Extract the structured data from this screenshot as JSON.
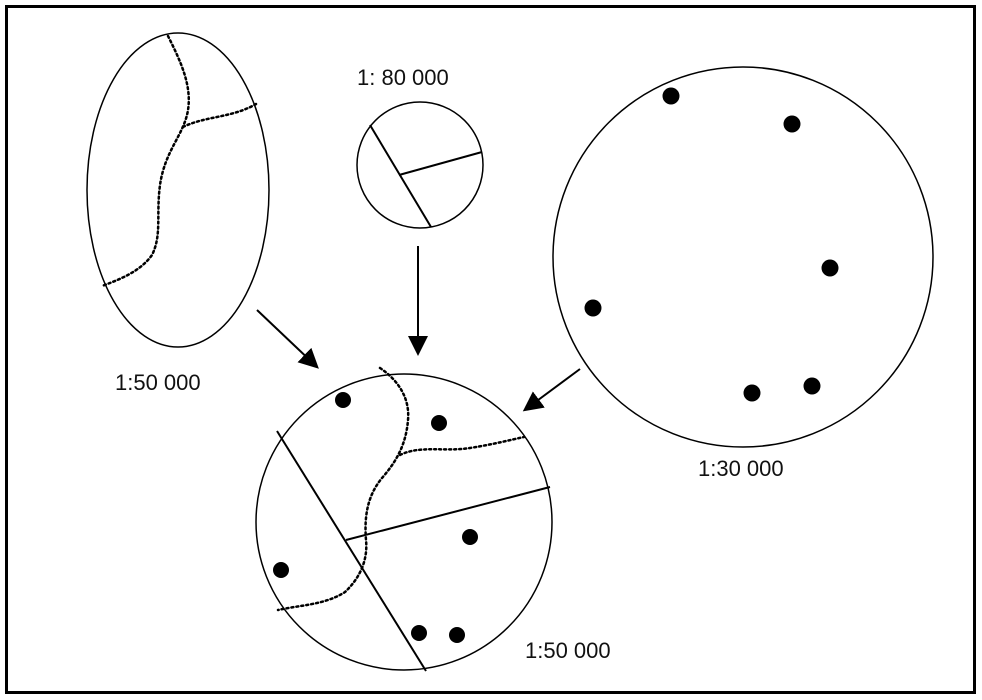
{
  "labels": {
    "top_left": "1:50 000",
    "top_middle": "1: 80 000",
    "right": "1:30 000",
    "bottom": "1:50 000"
  }
}
